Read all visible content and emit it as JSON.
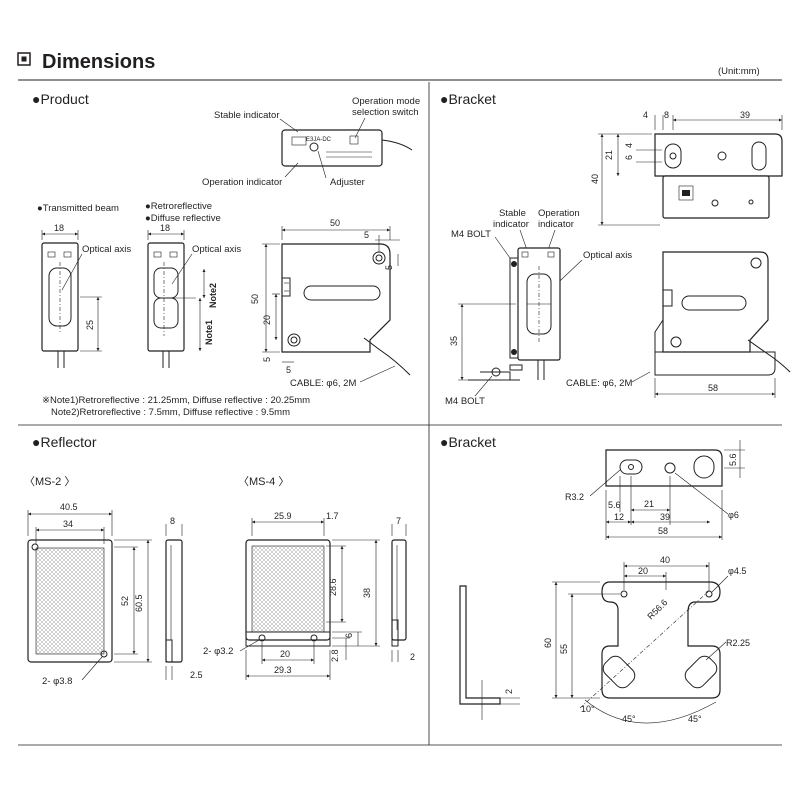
{
  "header": {
    "title": "Dimensions",
    "unit": "(Unit:mm)"
  },
  "product": {
    "section_title": "●Product",
    "stable_indicator": "Stable indicator",
    "operation_mode": "Operation mode",
    "selection_switch": "selection switch",
    "operation_indicator": "Operation indicator",
    "adjuster": "Adjuster",
    "transmitted_beam": "●Transmitted beam",
    "retroreflective": "●Retroreflective",
    "diffuse_reflective": "●Diffuse reflective",
    "optical_axis": "Optical axis",
    "note1": "Note1",
    "note2": "Note2",
    "cable": "CABLE: φ6, 2M",
    "note_line1": "※Note1)Retroreflective : 21.25mm, Diffuse reflective : 20.25mm",
    "note_line2": "Note2)Retroreflective : 7.5mm, Diffuse reflective : 9.5mm",
    "dims": {
      "w18a": "18",
      "w18b": "18",
      "h25": "25",
      "w50": "50",
      "d5a": "5",
      "d5b": "5",
      "h50": "50",
      "h20": "20",
      "d5c": "5",
      "d5d": "5"
    }
  },
  "bracket1": {
    "section_title": "●Bracket",
    "stable_indicator": "Stable",
    "stable_indicator2": "indicator",
    "operation_indicator": "Operation",
    "operation_indicator2": "indicator",
    "m4_bolt_top": "M4 BOLT",
    "m4_bolt_bottom": "M4 BOLT",
    "optical_axis": "Optical axis",
    "cable": "CABLE: φ6, 2M",
    "dims": {
      "d4": "4",
      "d8": "8",
      "d39": "39",
      "d40": "40",
      "d21": "21",
      "d6": "6",
      "d4b": "4",
      "d35": "35",
      "d58": "58"
    }
  },
  "reflector": {
    "section_title": "●Reflector",
    "ms2": "〈MS-2 〉",
    "ms4": "〈MS-4 〉",
    "ms2_dims": {
      "w405": "40.5",
      "w34": "34",
      "d8": "8",
      "h52": "52",
      "h605": "60.5",
      "d25": "2.5",
      "holes": "2- φ3.8"
    },
    "ms4_dims": {
      "w259": "25.9",
      "d17": "1.7",
      "d7": "7",
      "h286": "28.6",
      "h38": "38",
      "d6": "6",
      "holes": "2- φ3.2",
      "d28": "2.8",
      "w20": "20",
      "d2": "2",
      "w293": "29.3"
    }
  },
  "bracket2": {
    "section_title": "●Bracket",
    "dims": {
      "d56": "5.6",
      "r32": "R3.2",
      "d56b": "5.6",
      "d21": "21",
      "d6": "φ6",
      "d12": "12",
      "d39": "39",
      "d58": "58",
      "d40": "40",
      "d20": "20",
      "d45h": "φ4.5",
      "r56": "R56.6",
      "d60": "60",
      "d55": "55",
      "r225": "R2.25",
      "d2": "2",
      "a10": "10°",
      "a45a": "45°",
      "a45b": "45°"
    }
  }
}
